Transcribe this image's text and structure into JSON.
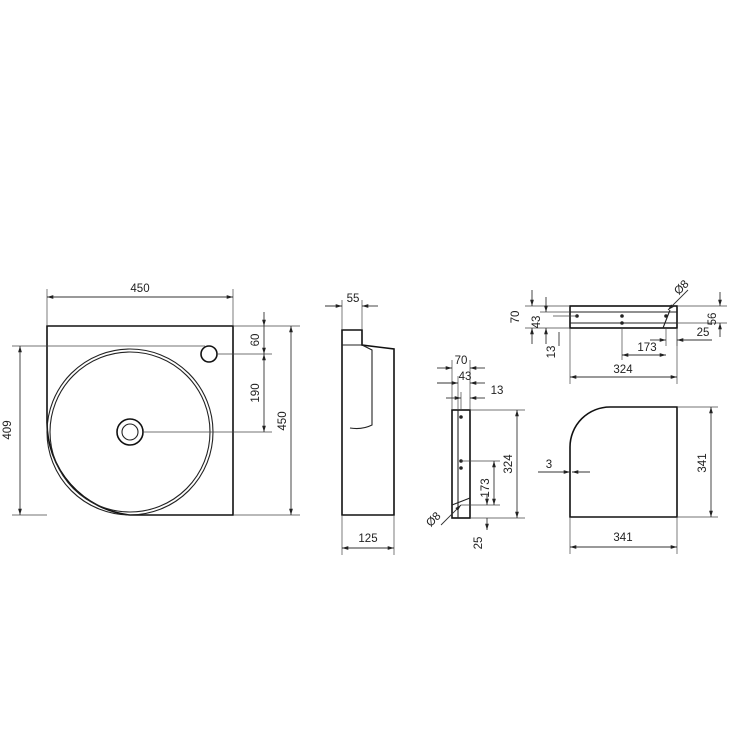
{
  "drawing": {
    "top_view": {
      "width_label": "450",
      "depth_label": "409",
      "height_label": "450",
      "tap_offset_label": "60",
      "drain_offset_label": "190"
    },
    "side_view": {
      "top_label": "55",
      "base_label": "125"
    },
    "bracket_front": {
      "width_label": "70",
      "hole_label": "43",
      "edge_label": "13",
      "height_label": "324",
      "spacing_label": "173",
      "bottom_label": "25",
      "dia_label": "Ø8"
    },
    "bracket_top": {
      "height_label": "70",
      "hole_label": "43",
      "edge_label": "13",
      "side_label": "56",
      "dia_label": "Ø8",
      "spacing_label": "173",
      "offset_label": "25",
      "length_label": "324"
    },
    "shelf_view": {
      "width_label": "341",
      "height_label": "341",
      "thickness_label": "3"
    }
  }
}
